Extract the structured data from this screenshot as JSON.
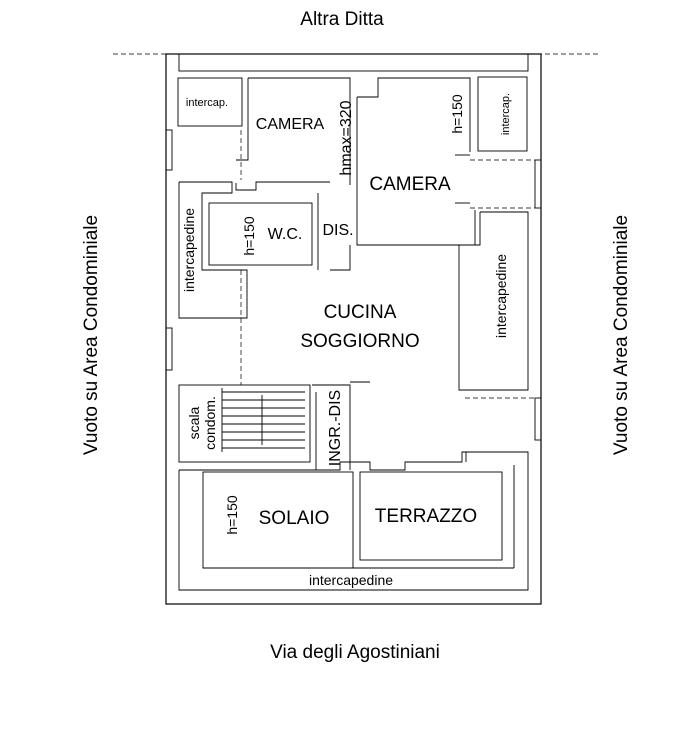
{
  "surroundings": {
    "north": "Altra Ditta",
    "south": "Via degli Agostiniani",
    "west": "Vuoto su Area Condominiale",
    "east": "Vuoto su Area Condominiale"
  },
  "rooms": {
    "camera_left": "CAMERA",
    "camera_right": "CAMERA",
    "wc": "W.C.",
    "dis": "DIS.",
    "cucina_line1": "CUCINA",
    "cucina_line2": "SOGGIORNO",
    "ingr_dis": "INGR.-DIS",
    "solaio": "SOLAIO",
    "terrazzo": "TERRAZZO",
    "scala_line1": "scala",
    "scala_line2": "condom."
  },
  "annotations": {
    "intercap_top_left": "intercap.",
    "intercap_top_right": "intercap.",
    "intercapedine_left": "intercapedine",
    "intercapedine_right": "intercapedine",
    "intercapedine_bottom": "intercapedine",
    "hmax": "hmax=320",
    "h150_camera_right": "h=150",
    "h150_wc": "h=150",
    "h150_solaio": "h=150"
  }
}
